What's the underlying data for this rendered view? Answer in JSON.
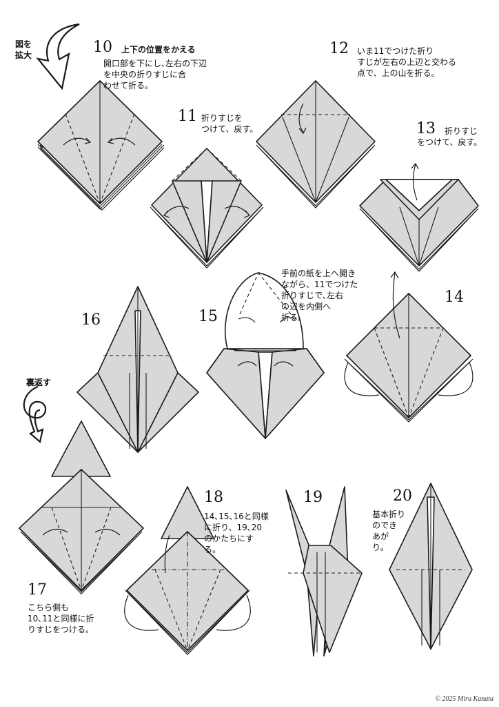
{
  "header": {
    "enlarge_label": "図を\n拡大"
  },
  "steps": [
    {
      "num": "10",
      "title": "上下の位置をかえる",
      "text": "開口部を下にし､左右の下辺\nを中央の折りすじに合\nわせて折る。"
    },
    {
      "num": "11",
      "text": "折りすじを\nつけて、戻す。"
    },
    {
      "num": "12",
      "text": "いま11でつけた折り\nすじが左右の上辺と交わる\n点で、上の山を折る。"
    },
    {
      "num": "13",
      "text": "折りすじ\nをつけて、戻す。"
    },
    {
      "num": "14",
      "text": "手前の紙を上へ開き\nながら、11でつけた\n折りすじで､左右\nの辺を内側へ\n折る。"
    },
    {
      "num": "15",
      "text": ""
    },
    {
      "num": "16",
      "text": ""
    },
    {
      "num": "17",
      "text": "こちら側も\n10､11と同様に折\nりすじをつける。"
    },
    {
      "num": "18",
      "text": "14､15､16と同様\nに折り、19､20\nのかたちにす\nる。"
    },
    {
      "num": "19",
      "text": ""
    },
    {
      "num": "20",
      "text": "基本折り\nのでき\nあが\nり。"
    }
  ],
  "turn_over_label": "裏返す",
  "copyright": "© 2025 Miru Kanata",
  "colors": {
    "paper": "#d8d8d8",
    "line": "#1a1a1a",
    "background": "#ffffff"
  }
}
